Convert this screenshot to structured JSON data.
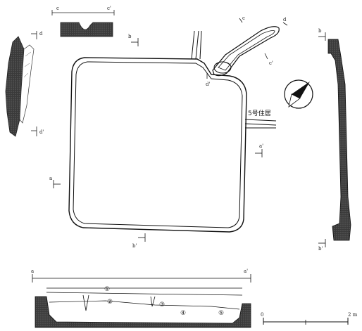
{
  "section_labels": {
    "a_left": "a",
    "a_right": "a'",
    "b_top": "b",
    "b_bottom": "b'",
    "c_left": "c",
    "c_right": "c'",
    "d_top": "d",
    "d_bottom": "d'",
    "plan_a": "a",
    "plan_a2": "a'",
    "plan_b": "b",
    "plan_b2": "b'",
    "plan_c": "c",
    "plan_c2": "c'",
    "plan_d": "d",
    "plan_d2": "d'",
    "right_b": "b",
    "right_b2": "b'"
  },
  "house_label": "5号住居",
  "layers": [
    "①",
    "②",
    "③",
    "④",
    "⑤"
  ],
  "scale": {
    "start": "0",
    "end": "2 m"
  }
}
